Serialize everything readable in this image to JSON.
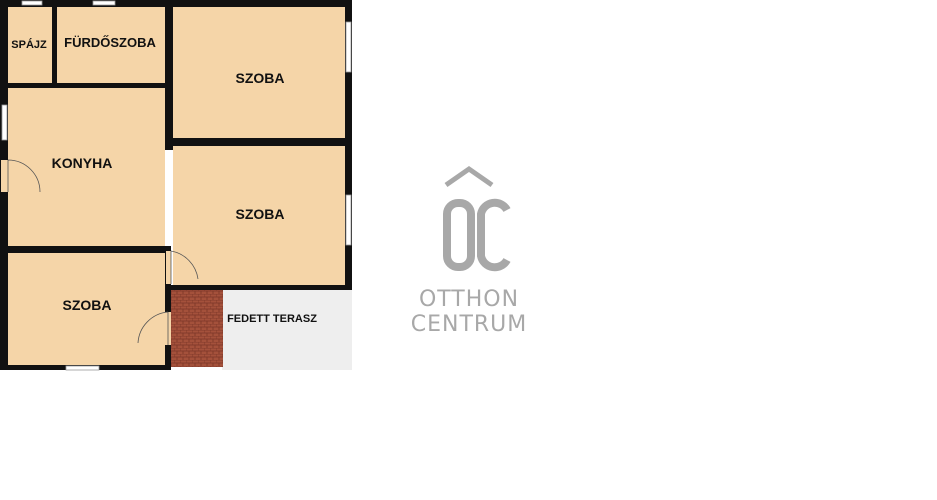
{
  "colors": {
    "floor": "#f5d5a8",
    "wall": "#111111",
    "terrace": "#eeeeee",
    "tiles": "#a4513b",
    "logo": "#a8a8a8"
  },
  "rooms": {
    "spajz": "SPÁJZ",
    "furdoszoba": "FÜRDŐSZOBA",
    "szoba_top": "SZOBA",
    "konyha": "KONYHA",
    "szoba_middle": "SZOBA",
    "szoba_bottom": "SZOBA",
    "terasz": "FEDETT TERASZ"
  },
  "logo": {
    "monogram": "ÔC",
    "line1": "OTTHON",
    "line2": "CENTRUM"
  },
  "icons": {
    "logo_roof": "roof-chevron-icon"
  }
}
